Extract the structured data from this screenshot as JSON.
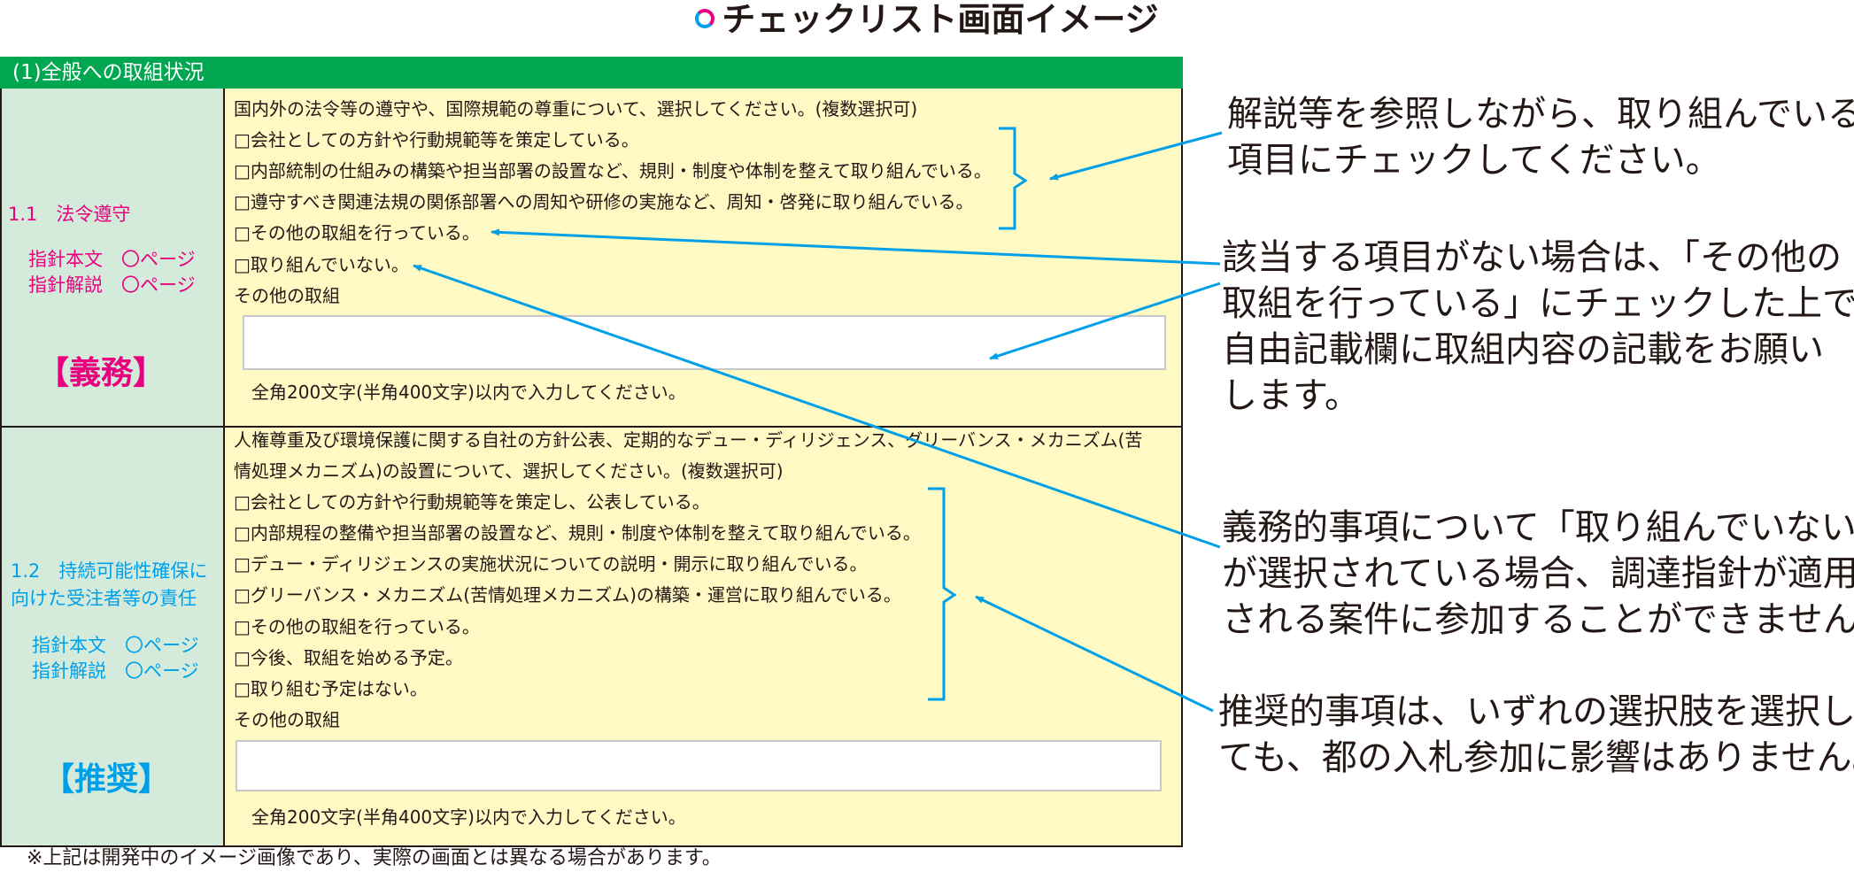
{
  "page_title": "チェックリスト画面イメージ",
  "section_header": "(1)全般への取組状況",
  "sections": [
    {
      "number_title": "1.1　法令遵守",
      "refs": "指針本文　〇ページ\n指針解説　〇ページ",
      "badge": "【義務】",
      "question_lines": [
        "国内外の法令等の遵守や、国際規範の尊重について、選択してください。(複数選択可)"
      ],
      "options": [
        "□会社としての方針や行動規範等を策定している。",
        "□内部統制の仕組みの構築や担当部署の設置など、規則・制度や体制を整えて取り組んでいる。",
        "□遵守すべき関連法規の関係部署への周知や研修の実施など、周知・啓発に取り組んでいる。",
        "□その他の取組を行っている。",
        "□取り組んでいない。"
      ],
      "other_label": "その他の取組",
      "char_note": "全角200文字(半角400文字)以内で入力してください。"
    },
    {
      "number_title_lines": [
        "1.2　持続可能性確保に",
        "向けた受注者等の責任"
      ],
      "refs": "指針本文　〇ページ\n指針解説　〇ページ",
      "badge": "【推奨】",
      "question_lines": [
        "人権尊重及び環境保護に関する自社の方針公表、定期的なデュー・ディリジェンス、グリーバンス・メカニズム(苦",
        "情処理メカニズム)の設置について、選択してください。(複数選択可)"
      ],
      "options": [
        "□会社としての方針や行動規範等を策定し、公表している。",
        "□内部規程の整備や担当部署の設置など、規則・制度や体制を整えて取り組んでいる。",
        "□デュー・ディリジェンスの実施状況についての説明・開示に取り組んでいる。",
        "□グリーバンス・メカニズム(苦情処理メカニズム)の構築・運営に取り組んでいる。",
        "□その他の取組を行っている。",
        "□今後、取組を始める予定。",
        "□取り組む予定はない。"
      ],
      "other_label": "その他の取組",
      "char_note": "全角200文字(半角400文字)以内で入力してください。"
    }
  ],
  "callouts": [
    [
      "解説等を参照しながら、取り組んでいる",
      "項目にチェックしてください。"
    ],
    [
      "該当する項目がない場合は、「その他の",
      "取組を行っている」にチェックした上で、",
      "自由記載欄に取組内容の記載をお願い",
      "します。"
    ],
    [
      "義務的事項について「取り組んでいない」",
      "が選択されている場合、調達指針が適用",
      "される案件に参加することができません。"
    ],
    [
      "推奨的事項は、いずれの選択肢を選択し",
      "ても、都の入札参加に影響はありません。"
    ]
  ],
  "footnote": "※上記は開発中のイメージ画像であり、実際の画面とは異なる場合があります。",
  "colors": {
    "header_green": "#00a650",
    "side_green": "#d4ebdc",
    "content_yellow": "#fff9c4",
    "obligation_pink": "#e8007f",
    "recommend_cyan": "#00a0e9",
    "arrow_blue": "#00a0e9"
  }
}
